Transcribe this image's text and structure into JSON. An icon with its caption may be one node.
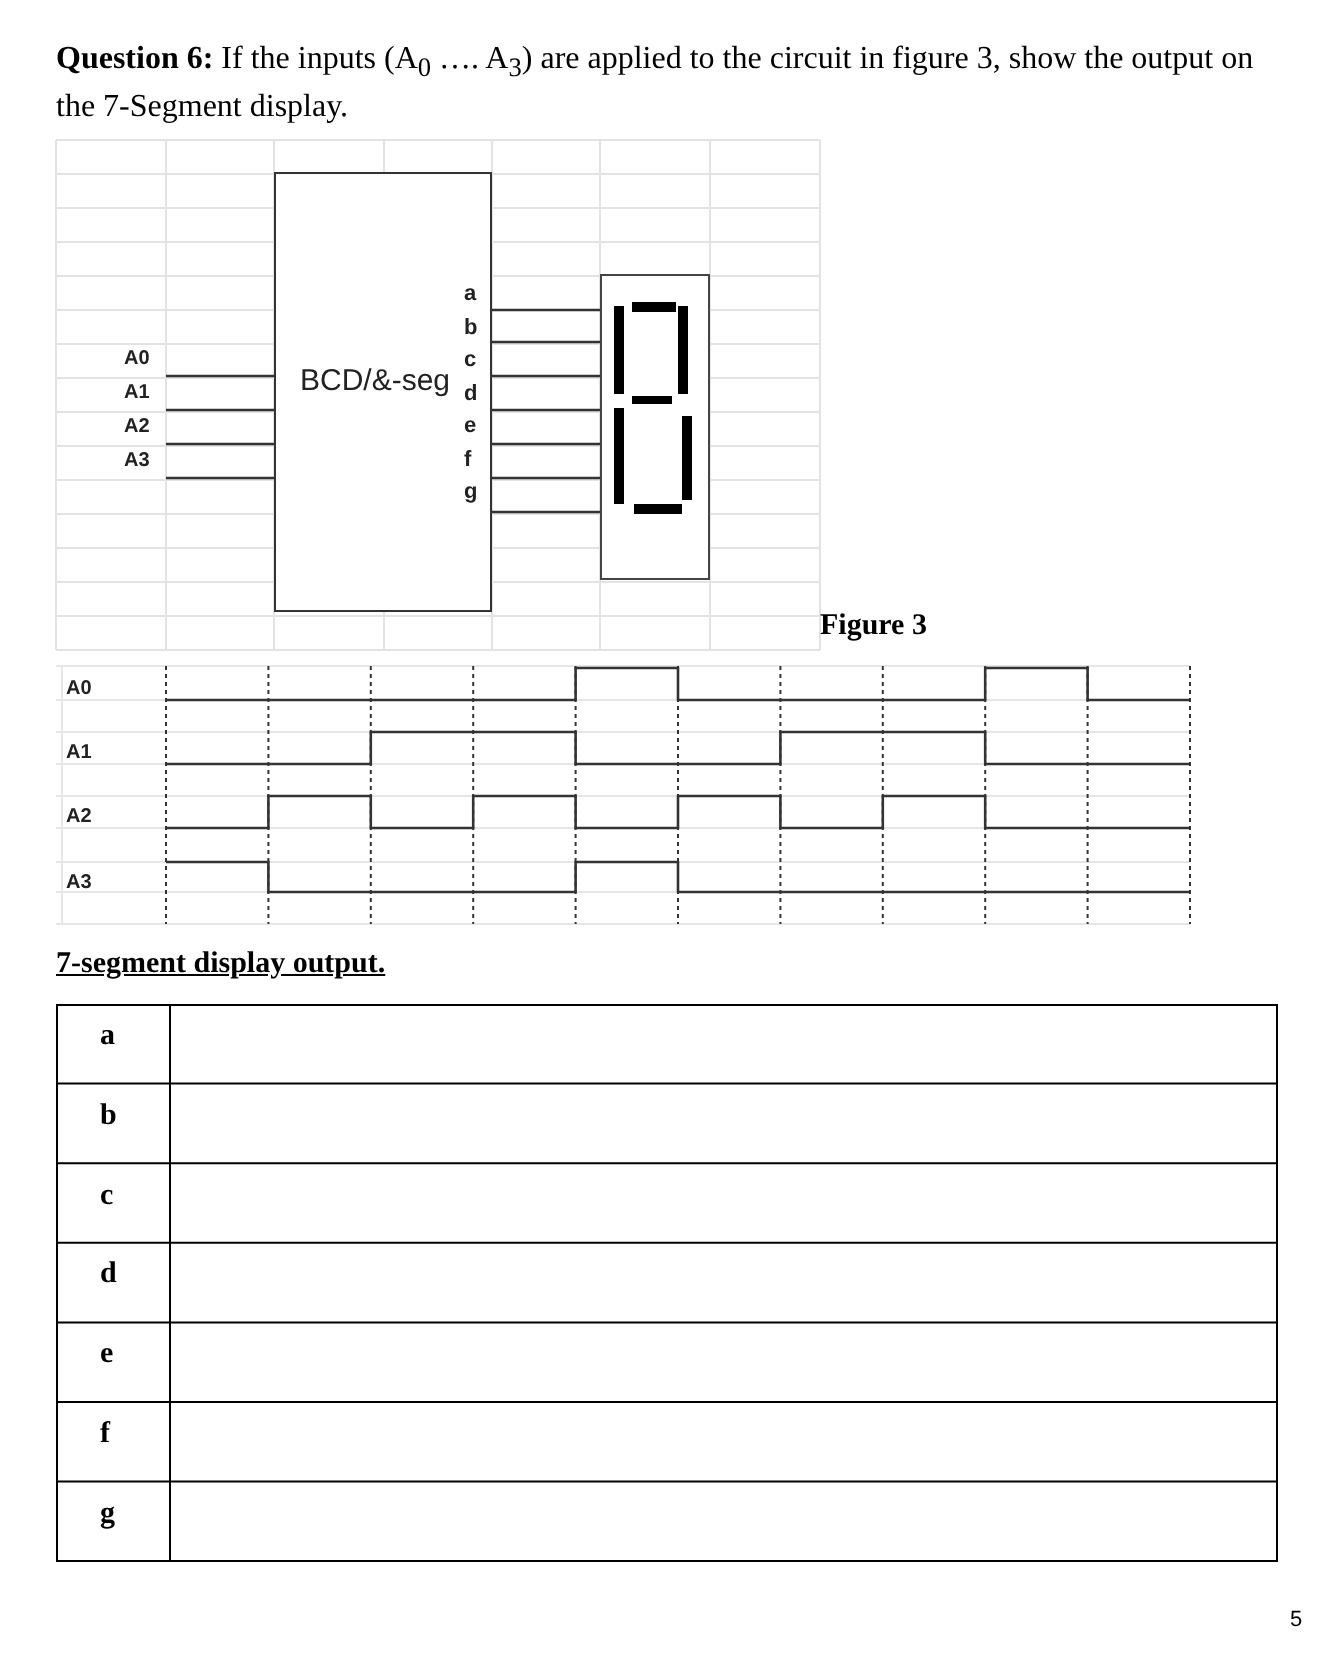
{
  "diagram": {
    "title": "**Question 6:** If the inputs (A$_{0}$ …. A$_{3}$) are applied to the circuit in figure 3, show the output on the 7-Segment display.",
    "nodes": [
      {
        "text": [
          "BCD/&-seg"
        ]
      },
      {
        "text": [],
        "shape": "box"
      },
      {
        "text": [
          "A0"
        ]
      },
      {
        "text": [
          "A1"
        ]
      },
      {
        "text": [
          "A2"
        ]
      },
      {
        "text": [
          "A3"
        ]
      }
    ],
    "edges": [
      {
        "from": 2,
        "to": 0,
        "arrow": "none"
      },
      {
        "from": 3,
        "to": 0,
        "arrow": "none"
      },
      {
        "from": 4,
        "to": 0,
        "arrow": "none"
      },
      {
        "from": 5,
        "to": 0,
        "arrow": "none"
      },
      {
        "from": 0,
        "to": 1,
        "arrow": "none"
      },
      {
        "from": 0,
        "to": 1,
        "arrow": "none"
      },
      {
        "from": 0,
        "to": 1,
        "arrow": "none"
      },
      {
        "from": 0,
        "to": 1,
        "arrow": "none"
      },
      {
        "from": 0,
        "to": 1,
        "arrow": "none"
      },
      {
        "from": 0,
        "to": 1,
        "arrow": "none"
      },
      {
        "from": 0,
        "to": 1,
        "arrow": "none"
      }
    ],
    "labels": [
      "a",
      "b",
      "c",
      "d",
      "e",
      "f",
      "g",
      "Figure 3",
      "A0",
      "A1",
      "A2",
      "A3",
      "7-segment display output.",
      "a",
      "b",
      "c",
      "d",
      "e",
      "f",
      "g",
      "5"
    ]
  }
}
